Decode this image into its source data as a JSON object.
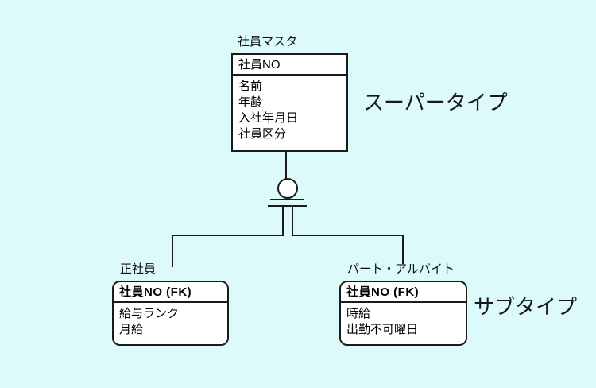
{
  "colors": {
    "background": "#DCFAFA",
    "entity_fill": "#FFFFFF",
    "line": "#1a1a1a"
  },
  "labels": {
    "supertype": "スーパータイプ",
    "subtype": "サブタイプ"
  },
  "entities": {
    "supertype": {
      "title": "社員マスタ",
      "key": "社員NO",
      "attributes": [
        "名前",
        "年齢",
        "入社年月日",
        "社員区分"
      ]
    },
    "subtype_left": {
      "title": "正社員",
      "key": "社員NO (FK)",
      "attributes": [
        "給与ランク",
        "月給"
      ]
    },
    "subtype_right": {
      "title": "パート・アルバイト",
      "key": "社員NO (FK)",
      "attributes": [
        "時給",
        "出勤不可曜日"
      ]
    }
  },
  "discriminator": {
    "type": "complete-category",
    "symbol": "circle-with-double-bar"
  }
}
